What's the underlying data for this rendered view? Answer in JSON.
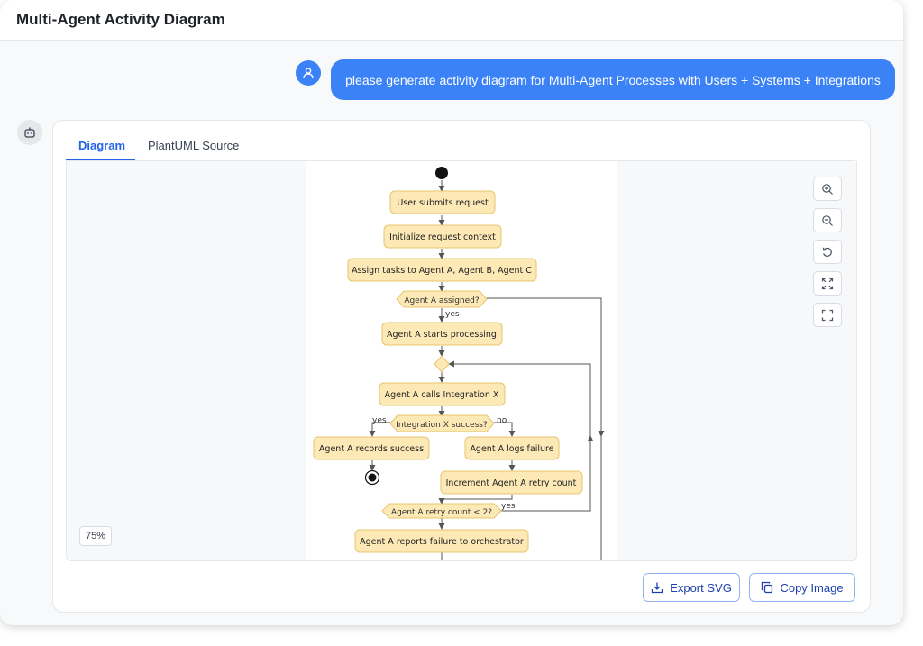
{
  "app": {
    "title": "Multi-Agent Activity Diagram"
  },
  "chat": {
    "user_message": "please generate activity diagram for Multi-Agent Processes with Users + Systems + Integrations",
    "user_avatar_icon": "user-icon",
    "bot_avatar_icon": "robot-icon"
  },
  "tabs": [
    {
      "label": "Diagram",
      "active": true
    },
    {
      "label": "PlantUML Source",
      "active": false
    }
  ],
  "diagram": {
    "nodes": {
      "user_submits": "User submits request",
      "init_context": "Initialize request context",
      "assign_tasks": "Assign tasks to Agent A, Agent B, Agent C",
      "agent_a_assigned": "Agent A assigned?",
      "agent_a_starts": "Agent A starts processing",
      "agent_a_calls": "Agent A calls Integration X",
      "integration_success": "Integration X success?",
      "records_success": "Agent A records success",
      "logs_failure": "Agent A logs failure",
      "increment_retry": "Increment Agent A retry count",
      "retry_check": "Agent A retry count < 2?",
      "reports_failure": "Agent A reports failure to orchestrator"
    },
    "guards": {
      "assigned_yes": "yes",
      "success_yes": "yes",
      "success_no": "no",
      "retry_yes": "yes"
    },
    "colors": {
      "node_fill": "#fde9b6",
      "node_stroke": "#e6c56e",
      "edge": "#555555"
    }
  },
  "zoom": {
    "level": "75%",
    "controls": [
      "zoom-in-icon",
      "zoom-out-icon",
      "reset-icon",
      "fit-icon",
      "fullscreen-icon"
    ]
  },
  "actions": {
    "export_svg": "Export SVG",
    "copy_image": "Copy Image"
  },
  "colors": {
    "accent": "#3b82f6",
    "tab_active": "#2563eb"
  }
}
